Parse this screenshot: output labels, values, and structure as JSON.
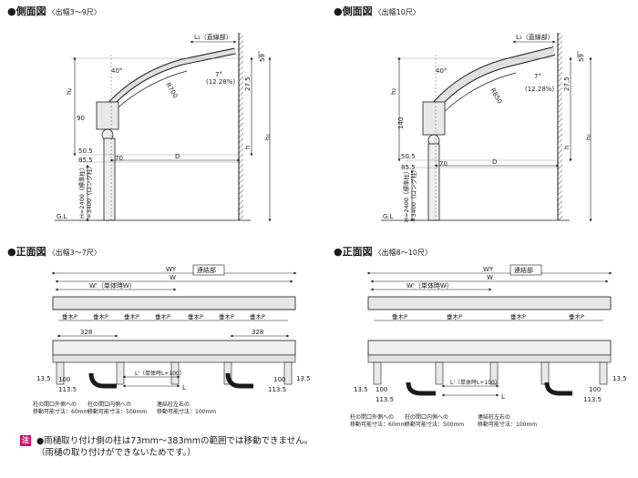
{
  "headings": {
    "side_a": {
      "title": "●側面図",
      "sub": "〈出幅3～9尺〉"
    },
    "side_b": {
      "title": "●側面図",
      "sub": "〈出幅10尺〉"
    },
    "front_a": {
      "title": "●正面図",
      "sub": "〈出幅3～7尺〉"
    },
    "front_b": {
      "title": "●正面図",
      "sub": "〈出幅8～10尺〉"
    }
  },
  "side_a": {
    "l1": "L₁（直線部）",
    "angle40": "40°",
    "angle7": "7°",
    "pct": "(12.28%)",
    "radius": "R700",
    "h2": "h₂",
    "h": "h",
    "h1": "h₁",
    "d59": "59",
    "d27_5": "27.5",
    "d90": "90",
    "d50_5": "50.5",
    "d85_5": "85.5",
    "d70": "70",
    "D": "D",
    "H1": "H=2400（標準柱）",
    "H2": "=3400（ロング柱）",
    "gl": "G.L"
  },
  "side_b": {
    "l1": "L₁（直線部）",
    "angle40": "40°",
    "angle7": "7°",
    "pct": "(12.28%)",
    "radius": "R850",
    "h2": "h₂",
    "h": "h",
    "h1": "h₁",
    "d59": "59",
    "d27_5": "27.5",
    "d140": "140",
    "d50_5": "50.5",
    "d85_5": "85.5",
    "d70": "70",
    "D": "D",
    "H1": "H=2400（標準柱）",
    "H2": "=3400（ロング柱）",
    "gl": "G.L"
  },
  "front_a": {
    "WY": "WY",
    "W": "W",
    "Wp": "W'（単体時W）",
    "renketsu": "連結部",
    "rafter": "垂木P",
    "d328a": "328",
    "d328b": "328",
    "d13_5a": "13.5",
    "d100a": "100",
    "d113_5a": "113.5",
    "Lp": "L'（単体時L+100）",
    "L": "L",
    "d13_5b": "13.5",
    "d100b": "100",
    "d113_5b": "113.5",
    "cap1a": "柱の間口外側への",
    "cap1b": "移動可能寸法：60mm",
    "cap2a": "柱の間口内側への",
    "cap2b": "移動可能寸法：500mm",
    "cap3a": "連結柱左右の",
    "cap3b": "移動可能寸法：100mm"
  },
  "front_b": {
    "WY": "WY",
    "W": "W",
    "Wp": "W'（単体時W）",
    "renketsu": "連結部",
    "rafter": "垂木P",
    "d13_5a": "13.5",
    "d100a": "100",
    "d113_5a": "113.5",
    "Lp": "L'（単体時L+100）",
    "L": "L",
    "d13_5b": "13.5",
    "d100b": "100",
    "d113_5b": "113.5",
    "cap1a": "柱の間口外側への",
    "cap1b": "移動可能寸法：60mm",
    "cap2a": "柱の間口内側への",
    "cap2b": "移動可能寸法：500mm",
    "cap3a": "連結柱左右の",
    "cap3b": "移動可能寸法：100mm"
  },
  "note": {
    "badge": "注",
    "line1": "●雨樋取り付け側の柱は73mm～383mmの範囲では移動できません。",
    "line2": "（雨樋の取り付けができないためです。）"
  },
  "colors": {
    "line": "#1a1a1a",
    "dim": "#444444",
    "roof": "#d9d9d9",
    "accent": "#d0106a"
  }
}
